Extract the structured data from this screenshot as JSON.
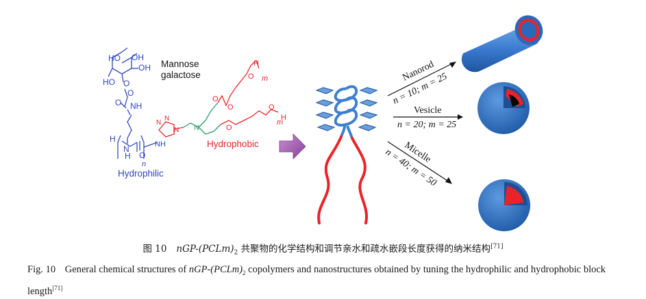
{
  "chem": {
    "mannose": "Mannose",
    "galactose": "galactose",
    "hydrophilic": "Hydrophilic",
    "hydrophobic": "Hydrophobic",
    "atoms": {
      "ho": "HO",
      "oh": "OH",
      "o": "O",
      "nh": "NH",
      "h": "H",
      "n": "N",
      "m": "m",
      "n_italic": "n"
    }
  },
  "arrows": [
    {
      "label": "Nanorod",
      "params": "n = 10; m = 25"
    },
    {
      "label": "Vesicle",
      "params": "n = 20; m = 25"
    },
    {
      "label": "Micelle",
      "params": "n = 40; m = 50"
    }
  ],
  "caption_cn": {
    "number": "图 10",
    "prefix": "nGP-(PCLm)",
    "subscript": "2",
    "text": "共聚物的化学结构和调节亲水和疏水嵌段长度获得的纳米结构",
    "ref": "[71]"
  },
  "caption_en": {
    "number": "Fig. 10",
    "prefix": "General chemical structures of",
    "polymer": "nGP-(PCLm)",
    "subscript": "2",
    "text1": "copolymers and nanostructures obtained by tuning the hydrophilic and hydrophobic",
    "text2": "block length",
    "ref": "[71]"
  },
  "colors": {
    "blue": "#2f45c0",
    "red": "#e8242a",
    "green": "#2e9c6a",
    "arrow_purple": "#9a4fa8",
    "nano_blue": "#3d7fd0",
    "nano_dark": "#2a5fa8"
  }
}
